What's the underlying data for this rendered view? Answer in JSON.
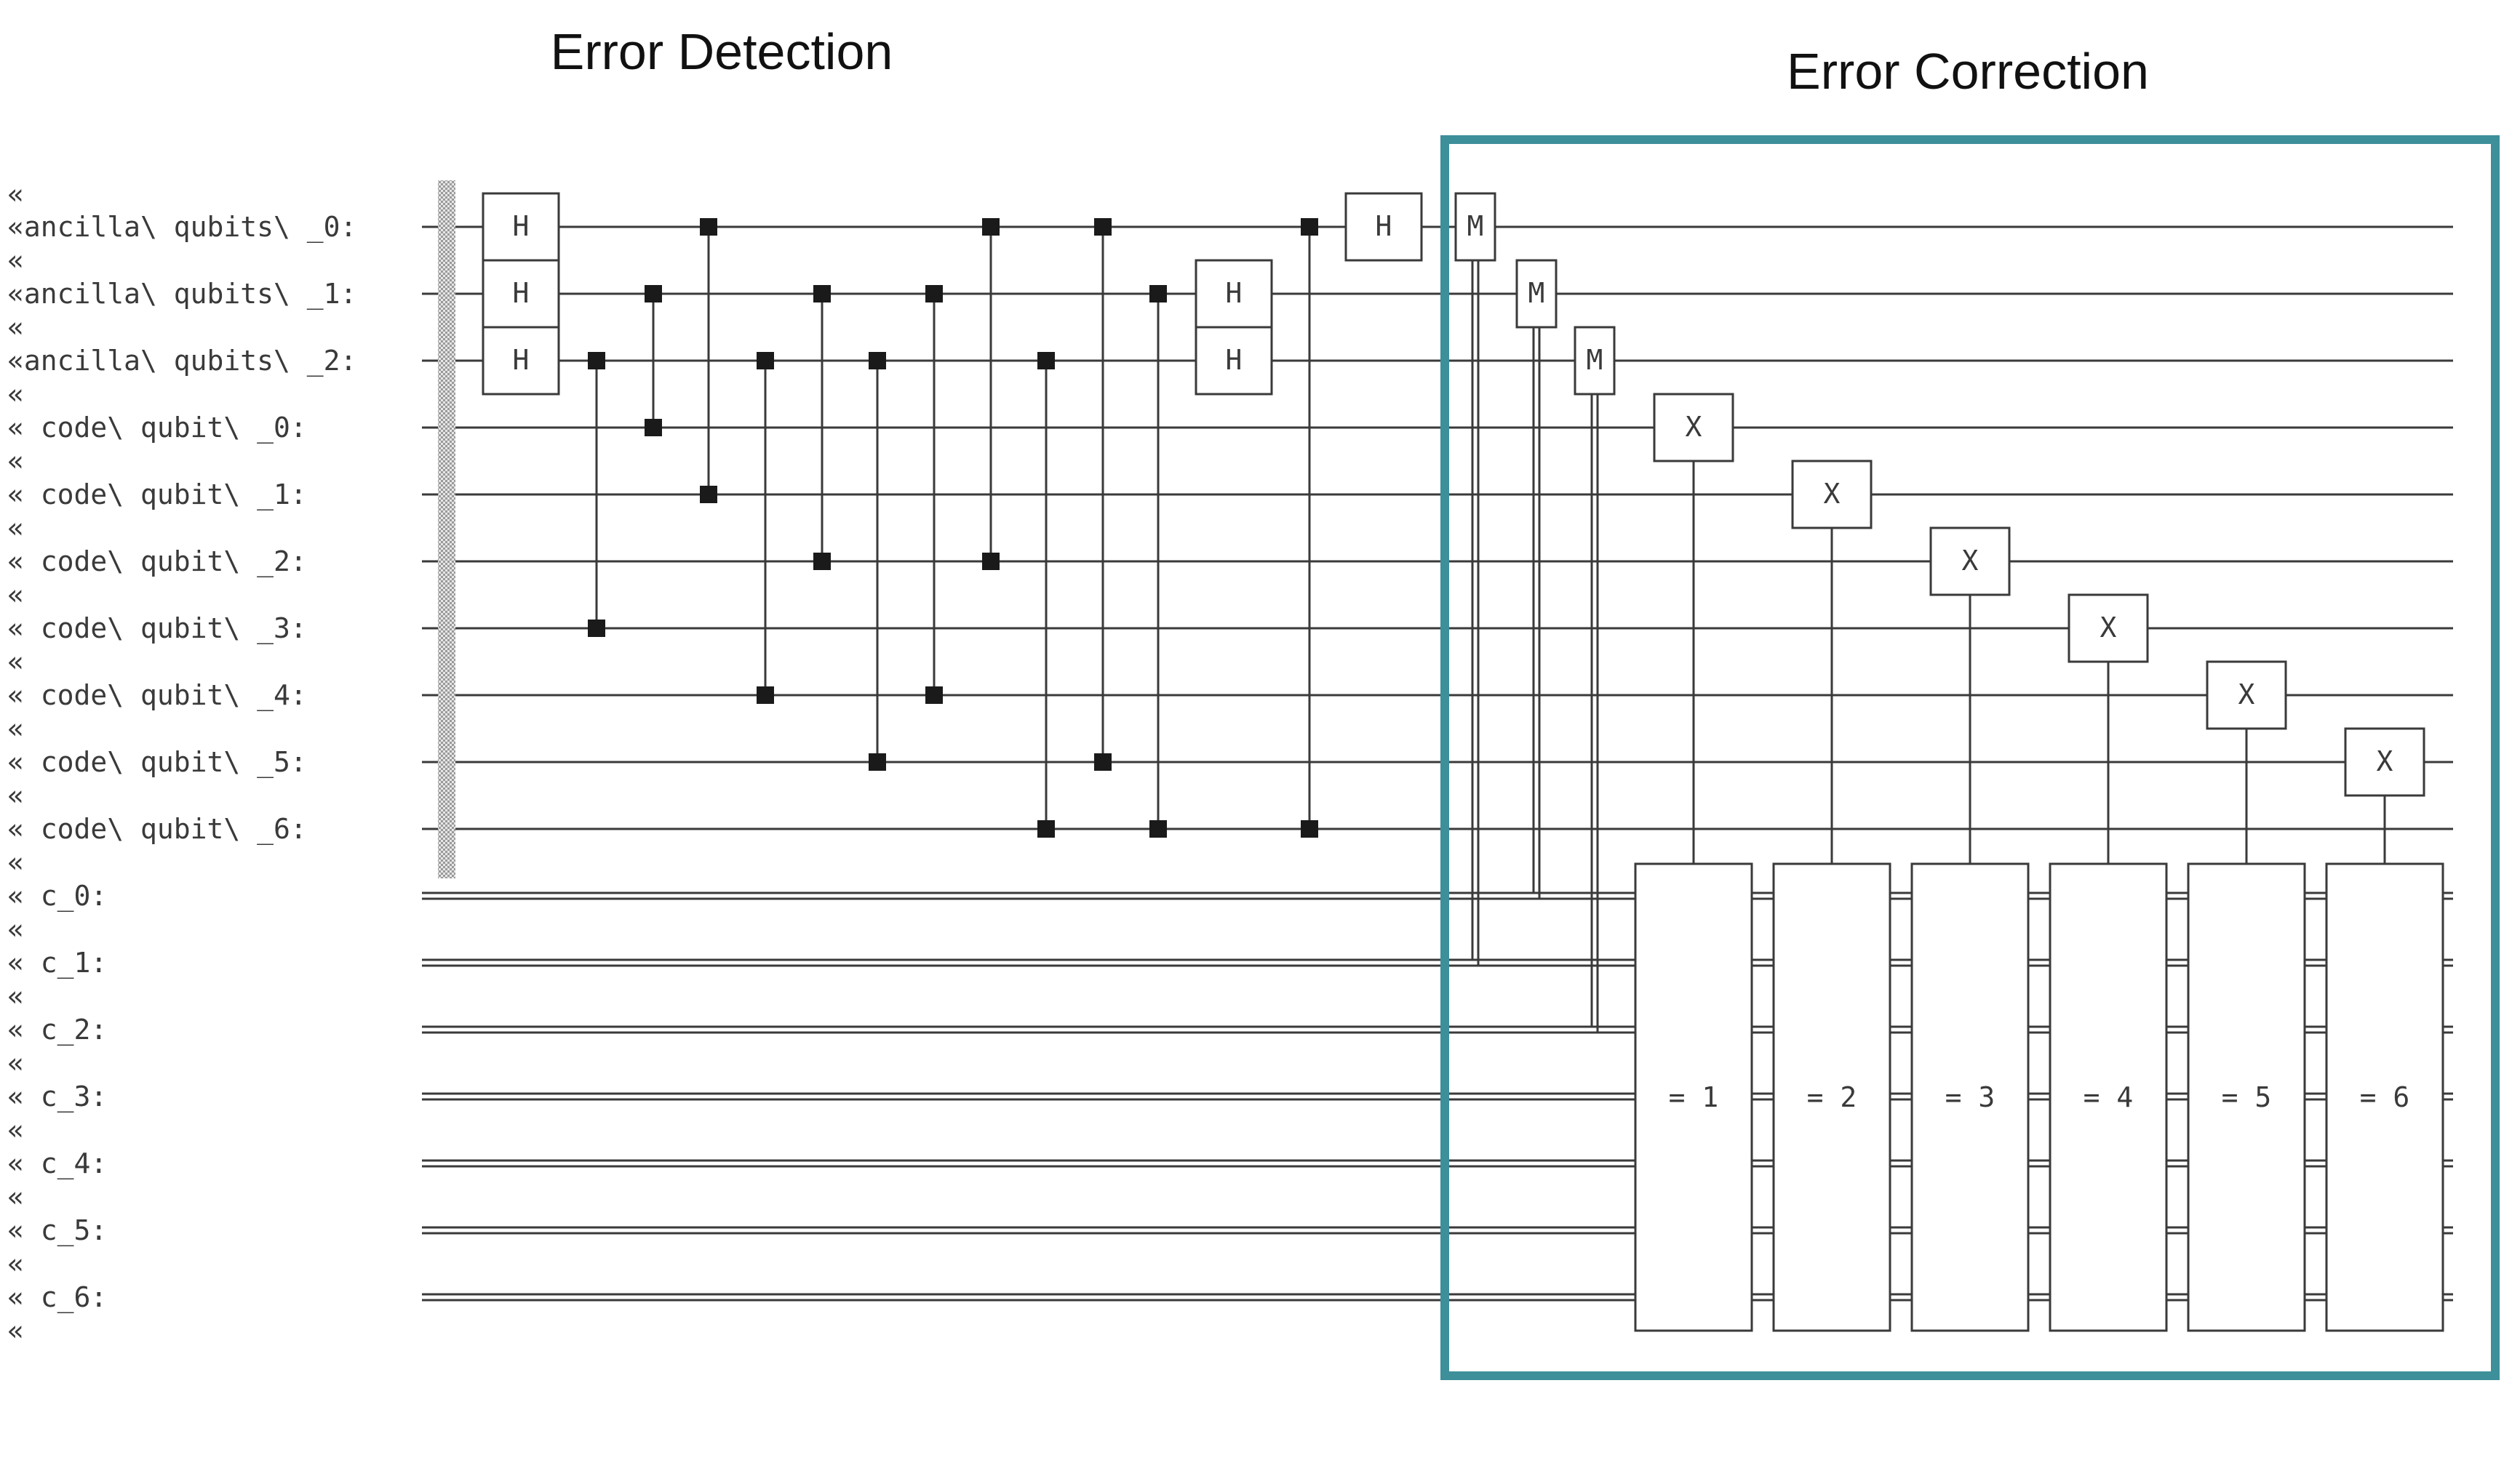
{
  "titles": {
    "detection": "Error Detection",
    "correction": "Error Correction"
  },
  "colors": {
    "highlight_box": "#3d8f9a",
    "wire": "#3a3a3a",
    "control_dot": "#1a1a1a",
    "barrier": "#9a9a9a"
  },
  "wrap_marker": "«",
  "end_marker": "«",
  "qubit_labels": [
    "«ancilla\\ qubits\\ _0: ",
    "«ancilla\\ qubits\\ _1: ",
    "«ancilla\\ qubits\\ _2: ",
    "«    code\\ qubit\\ _0: ",
    "«    code\\ qubit\\ _1: ",
    "«    code\\ qubit\\ _2: ",
    "«    code\\ qubit\\ _3: ",
    "«    code\\ qubit\\ _4: ",
    "«    code\\ qubit\\ _5: ",
    "«    code\\ qubit\\ _6: "
  ],
  "classical_labels": [
    "«                 c_0: ",
    "«                 c_1: ",
    "«                 c_2: ",
    "«                 c_3: ",
    "«                 c_4: ",
    "«                 c_5: ",
    "«                 c_6: "
  ],
  "hadamard_gate_label": "H",
  "measure_gate_label": "M",
  "x_gate_label": "X",
  "hadamard_columns": [
    {
      "qubits": [
        0,
        1,
        2
      ]
    },
    {
      "qubits": [
        1,
        2
      ]
    },
    {
      "qubits": [
        0
      ]
    }
  ],
  "cnot_gates": [
    {
      "control": 2,
      "target": 6
    },
    {
      "control": 1,
      "target": 3
    },
    {
      "control": 0,
      "target": 4
    },
    {
      "control": 2,
      "target": 7
    },
    {
      "control": 1,
      "target": 5
    },
    {
      "control": 2,
      "target": 8
    },
    {
      "control": 1,
      "target": 7
    },
    {
      "control": 0,
      "target": 5
    },
    {
      "control": 2,
      "target": 9
    },
    {
      "control": 0,
      "target": 8
    },
    {
      "control": 1,
      "target": 9
    },
    {
      "control": 0,
      "target": 9
    }
  ],
  "measurements": [
    {
      "qubit": 0,
      "clbit": 1
    },
    {
      "qubit": 1,
      "clbit": 0
    },
    {
      "qubit": 2,
      "clbit": 2
    }
  ],
  "conditional_x_gates": [
    {
      "qubit": 3,
      "condition": "= 1"
    },
    {
      "qubit": 4,
      "condition": "= 2"
    },
    {
      "qubit": 5,
      "condition": "= 3"
    },
    {
      "qubit": 6,
      "condition": "= 4"
    },
    {
      "qubit": 7,
      "condition": "= 5"
    },
    {
      "qubit": 8,
      "condition": "= 6"
    }
  ]
}
